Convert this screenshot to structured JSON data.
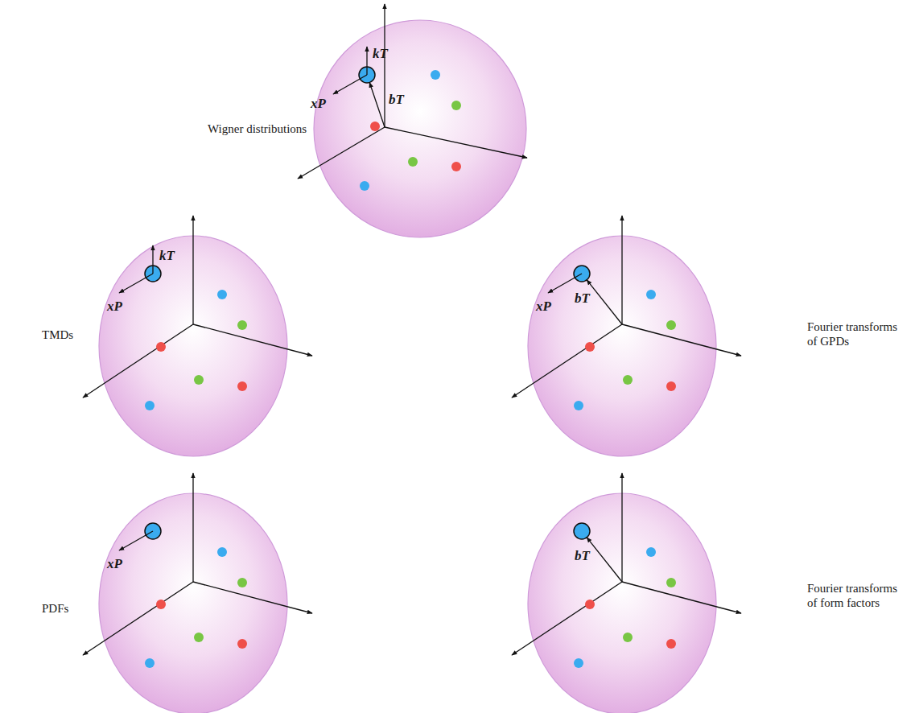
{
  "diagram": {
    "labels": [
      "Wigner distributions",
      "kT",
      "xP",
      "bT",
      "TMDs",
      "kT",
      "xP",
      "Fourier transforms of GPDs",
      "xP",
      "bT",
      "PDFs",
      "xP",
      "Fourier transforms of form factors",
      "bT"
    ]
  }
}
